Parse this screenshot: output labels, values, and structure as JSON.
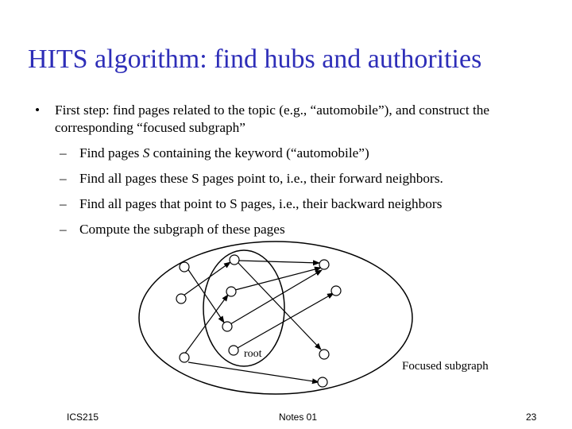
{
  "slide": {
    "title": "HITS algorithm: find hubs and authorities",
    "bullet_marker": "•",
    "sub_marker": "–",
    "bullets": [
      {
        "text": "First step: find pages related to the topic (e.g., “automobile”), and construct the corresponding “focused subgraph”",
        "subs": [
          {
            "before": "Find pages ",
            "em": "S",
            "after": " containing the keyword (“automobile”)"
          },
          {
            "text": "Find all pages these S pages point to, i.e., their forward neighbors."
          },
          {
            "text": "Find all pages that point to S pages, i.e., their backward neighbors"
          },
          {
            "text": "Compute the subgraph of these pages"
          }
        ]
      }
    ]
  },
  "diagram": {
    "root_label": "root",
    "caption": "Focused subgraph"
  },
  "footer": {
    "left": "ICS215",
    "center": "Notes 01",
    "right": "23"
  }
}
